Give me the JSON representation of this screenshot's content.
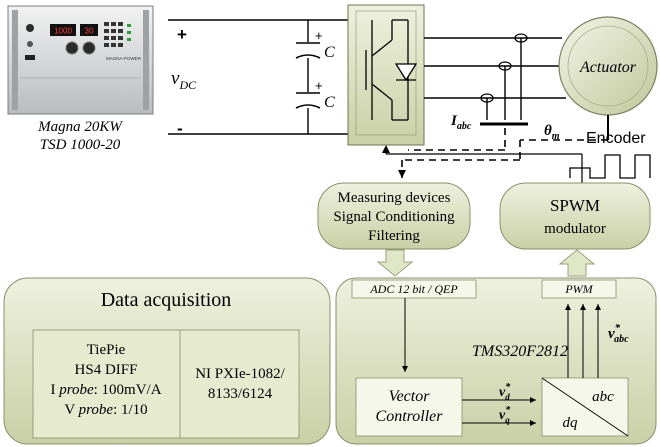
{
  "power_supply": {
    "model": "Magna 20KW",
    "model_line2": "TSD 1000-20",
    "display_left": "1000",
    "display_right": "30",
    "brand": "MAGNA-POWER"
  },
  "dc_link": {
    "plus": "+",
    "minus": "-",
    "voltage_symbol": "v",
    "voltage_sub": "DC",
    "cap_top_plus": "+",
    "cap_top_label": "C",
    "cap_bottom_plus": "+",
    "cap_bottom_label": "C"
  },
  "actuator": {
    "label": "Actuator"
  },
  "encoder": {
    "label": "Encoder",
    "theta": "θ",
    "theta_sub": "m"
  },
  "current_sensor": {
    "symbol": "I",
    "sub": "abc"
  },
  "measuring": {
    "line1": "Measuring devices",
    "line2": "Signal Conditioning",
    "line3": "Filtering"
  },
  "spwm": {
    "line1": "SPWM",
    "line2": "modulator"
  },
  "daq": {
    "title": "Data acquisition",
    "tiepie_l1": "TiePie",
    "tiepie_l2": "HS4 DIFF",
    "tiepie_l3a": "I ",
    "tiepie_l3b": "probe",
    "tiepie_l3c": ": 100mV/A",
    "tiepie_l4a": "V ",
    "tiepie_l4b": "probe",
    "tiepie_l4c": ": 1/10",
    "ni_l1": "NI PXIe-1082/",
    "ni_l2": "8133/6124"
  },
  "dsp": {
    "adc": "ADC 12 bit / QEP",
    "pwm": "PWM",
    "name": "TMS320F2812",
    "vc_l1": "Vector",
    "vc_l2": "Controller",
    "transform_top": "abc",
    "transform_bottom": "dq",
    "vd": "v",
    "vd_sup": "*",
    "vd_sub": "d",
    "vq": "v",
    "vq_sup": "*",
    "vq_sub": "q",
    "vabc": "v",
    "vabc_sup": "*",
    "vabc_sub": "abc"
  },
  "colors": {
    "box_fill": "#d6dcbd",
    "box_light": "#e9edd6",
    "line": "#000000",
    "arrow_fill": "#dfe7c6"
  }
}
